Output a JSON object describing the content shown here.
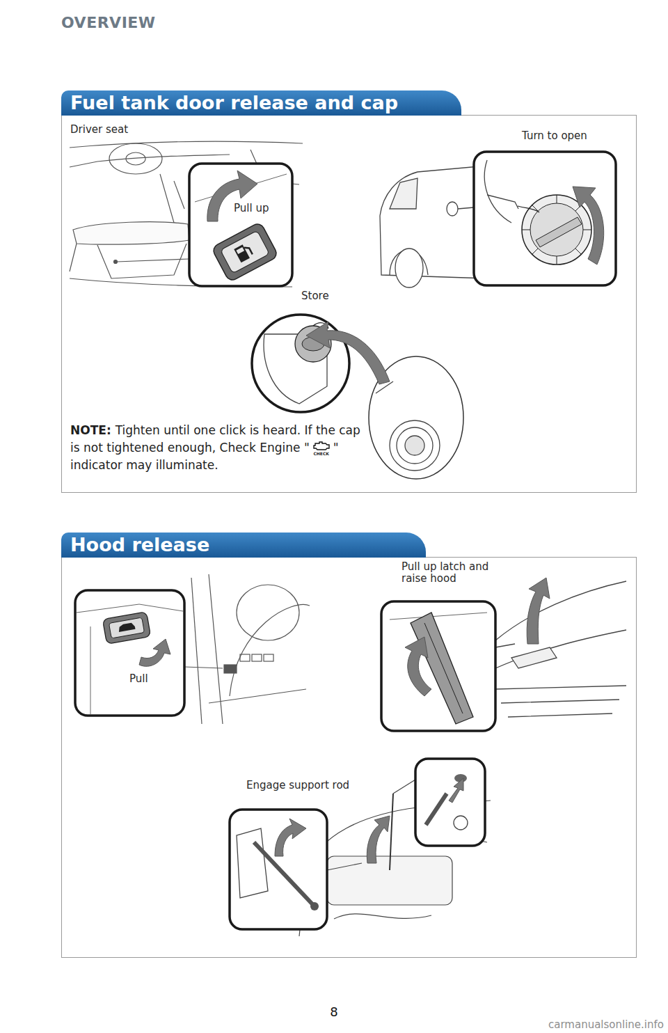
{
  "diagram": {
    "title": "OVERVIEW",
    "nodes": [
      {
        "text": [
          "Fuel tank door release and cap"
        ]
      },
      {
        "text": [
          "Hood release"
        ]
      }
    ],
    "labels": [
      "Driver seat",
      "Pull up",
      "Turn to open",
      "Store",
      "NOTE:",
      "Tighten until one click is heard. If the cap is not tightened enough, Check Engine \"",
      "CHECK",
      "\" indicator may illuminate.",
      "Pull up latch and raise hood",
      "Pull",
      "Engage support rod",
      "8",
      "carmanualsonline.info"
    ]
  }
}
